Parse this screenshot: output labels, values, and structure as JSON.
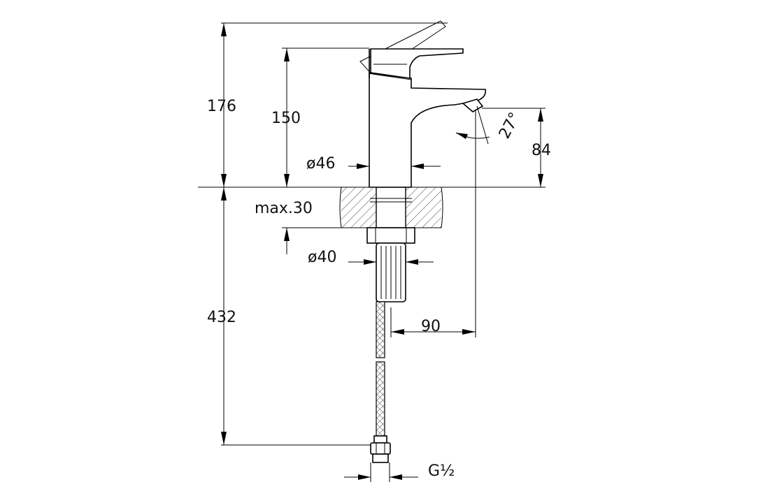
{
  "dimensions": {
    "total_height_above_deck": "176",
    "spout_height": "150",
    "body_diameter": "ø46",
    "outlet_height": "84",
    "outlet_angle": "27°",
    "max_deck_thickness": "max.30",
    "shank_diameter": "ø40",
    "hose_length": "432",
    "spout_reach": "90",
    "connection_thread": "G½"
  }
}
